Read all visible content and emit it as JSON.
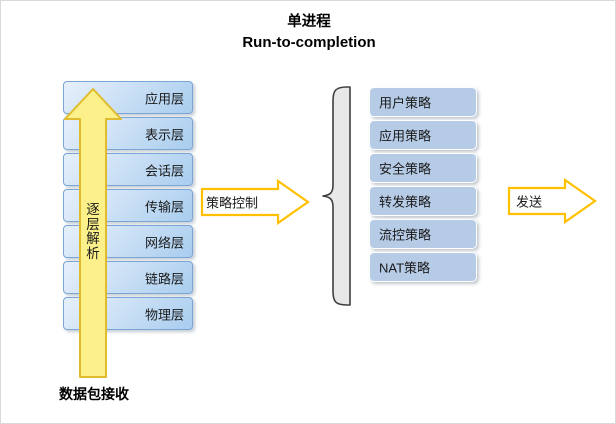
{
  "title": {
    "line1": "单进程",
    "line2": "Run-to-completion"
  },
  "osi_stack": {
    "name": "osi-layer-stack",
    "layers": [
      {
        "label": "应用层"
      },
      {
        "label": "表示层"
      },
      {
        "label": "会话层"
      },
      {
        "label": "传输层"
      },
      {
        "label": "网络层"
      },
      {
        "label": "链路层"
      },
      {
        "label": "物理层"
      }
    ]
  },
  "parse_arrow": {
    "label": "逐\n层\n解\n析",
    "direction": "up",
    "color": "#fbf08a",
    "border_color": "#e0bb2e"
  },
  "receive_label": "数据包接收",
  "policy_arrow": {
    "label": "策略控制",
    "direction": "right",
    "fill": "#ffffff",
    "border_color": "#ffc000"
  },
  "send_arrow": {
    "label": "发送",
    "direction": "right",
    "fill": "#ffffff",
    "border_color": "#ffc000"
  },
  "brace": {
    "name": "left-curly-brace",
    "fill": "#e8e8e8",
    "border_color": "#3f3f3f"
  },
  "policy_stack": {
    "name": "policy-list",
    "items": [
      {
        "label": "用户策略"
      },
      {
        "label": "应用策略"
      },
      {
        "label": "安全策略"
      },
      {
        "label": "转发策略"
      },
      {
        "label": "流控策略"
      },
      {
        "label": "NAT策略"
      }
    ]
  },
  "colors": {
    "osi_box_fill_light": "#e6f0fb",
    "osi_box_fill_dark": "#a8cdee",
    "osi_box_border": "#7aa6d6",
    "policy_box_fill": "#b6cbe6",
    "arrow_yellow": "#fbf08a",
    "arrow_gold": "#ffc000",
    "background": "#ffffff"
  }
}
